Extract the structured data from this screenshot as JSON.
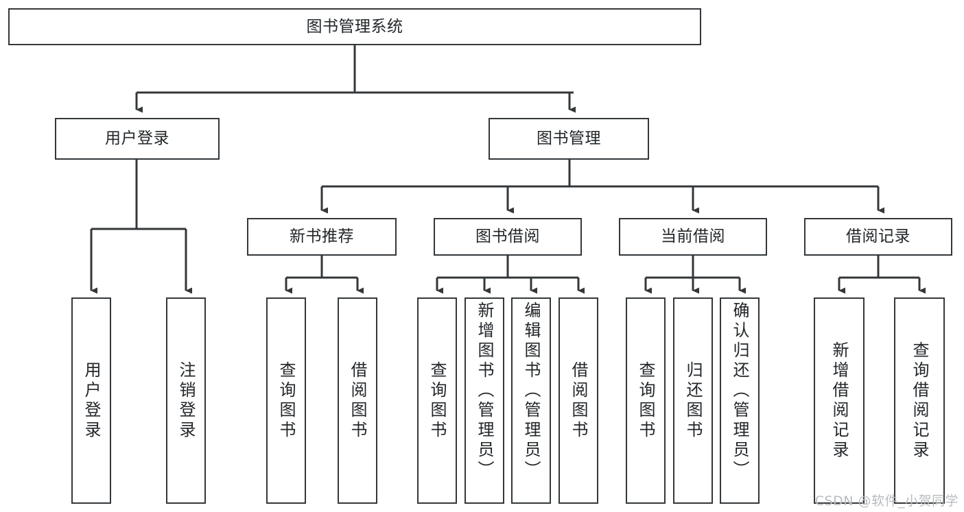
{
  "diagram": {
    "title": "图书管理系统",
    "type": "tree-hierarchy-diagram",
    "colors": {
      "box_border": "#33373a",
      "box_fill": "#ffffff",
      "connector": "#33373a",
      "text": "#222629",
      "watermark": "#b9bbbd",
      "background": "#ffffff"
    },
    "root": {
      "label": "图书管理系统",
      "orientation": "horizontal"
    },
    "level2": [
      {
        "label": "用户登录",
        "orientation": "horizontal"
      },
      {
        "label": "图书管理",
        "orientation": "horizontal"
      }
    ],
    "level3": [
      {
        "label": "新书推荐",
        "orientation": "horizontal"
      },
      {
        "label": "图书借阅",
        "orientation": "horizontal"
      },
      {
        "label": "当前借阅",
        "orientation": "horizontal"
      },
      {
        "label": "借阅记录",
        "orientation": "horizontal"
      }
    ],
    "leaves": {
      "user_login": [
        {
          "label": "用户登录",
          "orientation": "vertical",
          "align": "center"
        },
        {
          "label": "注销登录",
          "orientation": "vertical",
          "align": "center"
        }
      ],
      "new_book_recommend": [
        {
          "label": "查询图书",
          "orientation": "vertical",
          "align": "center"
        },
        {
          "label": "借阅图书",
          "orientation": "vertical",
          "align": "center"
        }
      ],
      "book_borrow": [
        {
          "label": "查询图书",
          "orientation": "vertical",
          "align": "center"
        },
        {
          "label": "新增图书（管理员）",
          "orientation": "vertical",
          "align": "top"
        },
        {
          "label": "编辑图书（管理员）",
          "orientation": "vertical",
          "align": "top"
        },
        {
          "label": "借阅图书",
          "orientation": "vertical",
          "align": "center"
        }
      ],
      "current_borrow": [
        {
          "label": "查询图书",
          "orientation": "vertical",
          "align": "center"
        },
        {
          "label": "归还图书",
          "orientation": "vertical",
          "align": "center"
        },
        {
          "label": "确认归还（管理员）",
          "orientation": "vertical",
          "align": "top"
        }
      ],
      "borrow_record": [
        {
          "label": "新增借阅记录",
          "orientation": "vertical",
          "align": "center"
        },
        {
          "label": "查询借阅记录",
          "orientation": "vertical",
          "align": "center"
        }
      ]
    },
    "watermark": "CSDN @软件_小贺同学"
  }
}
